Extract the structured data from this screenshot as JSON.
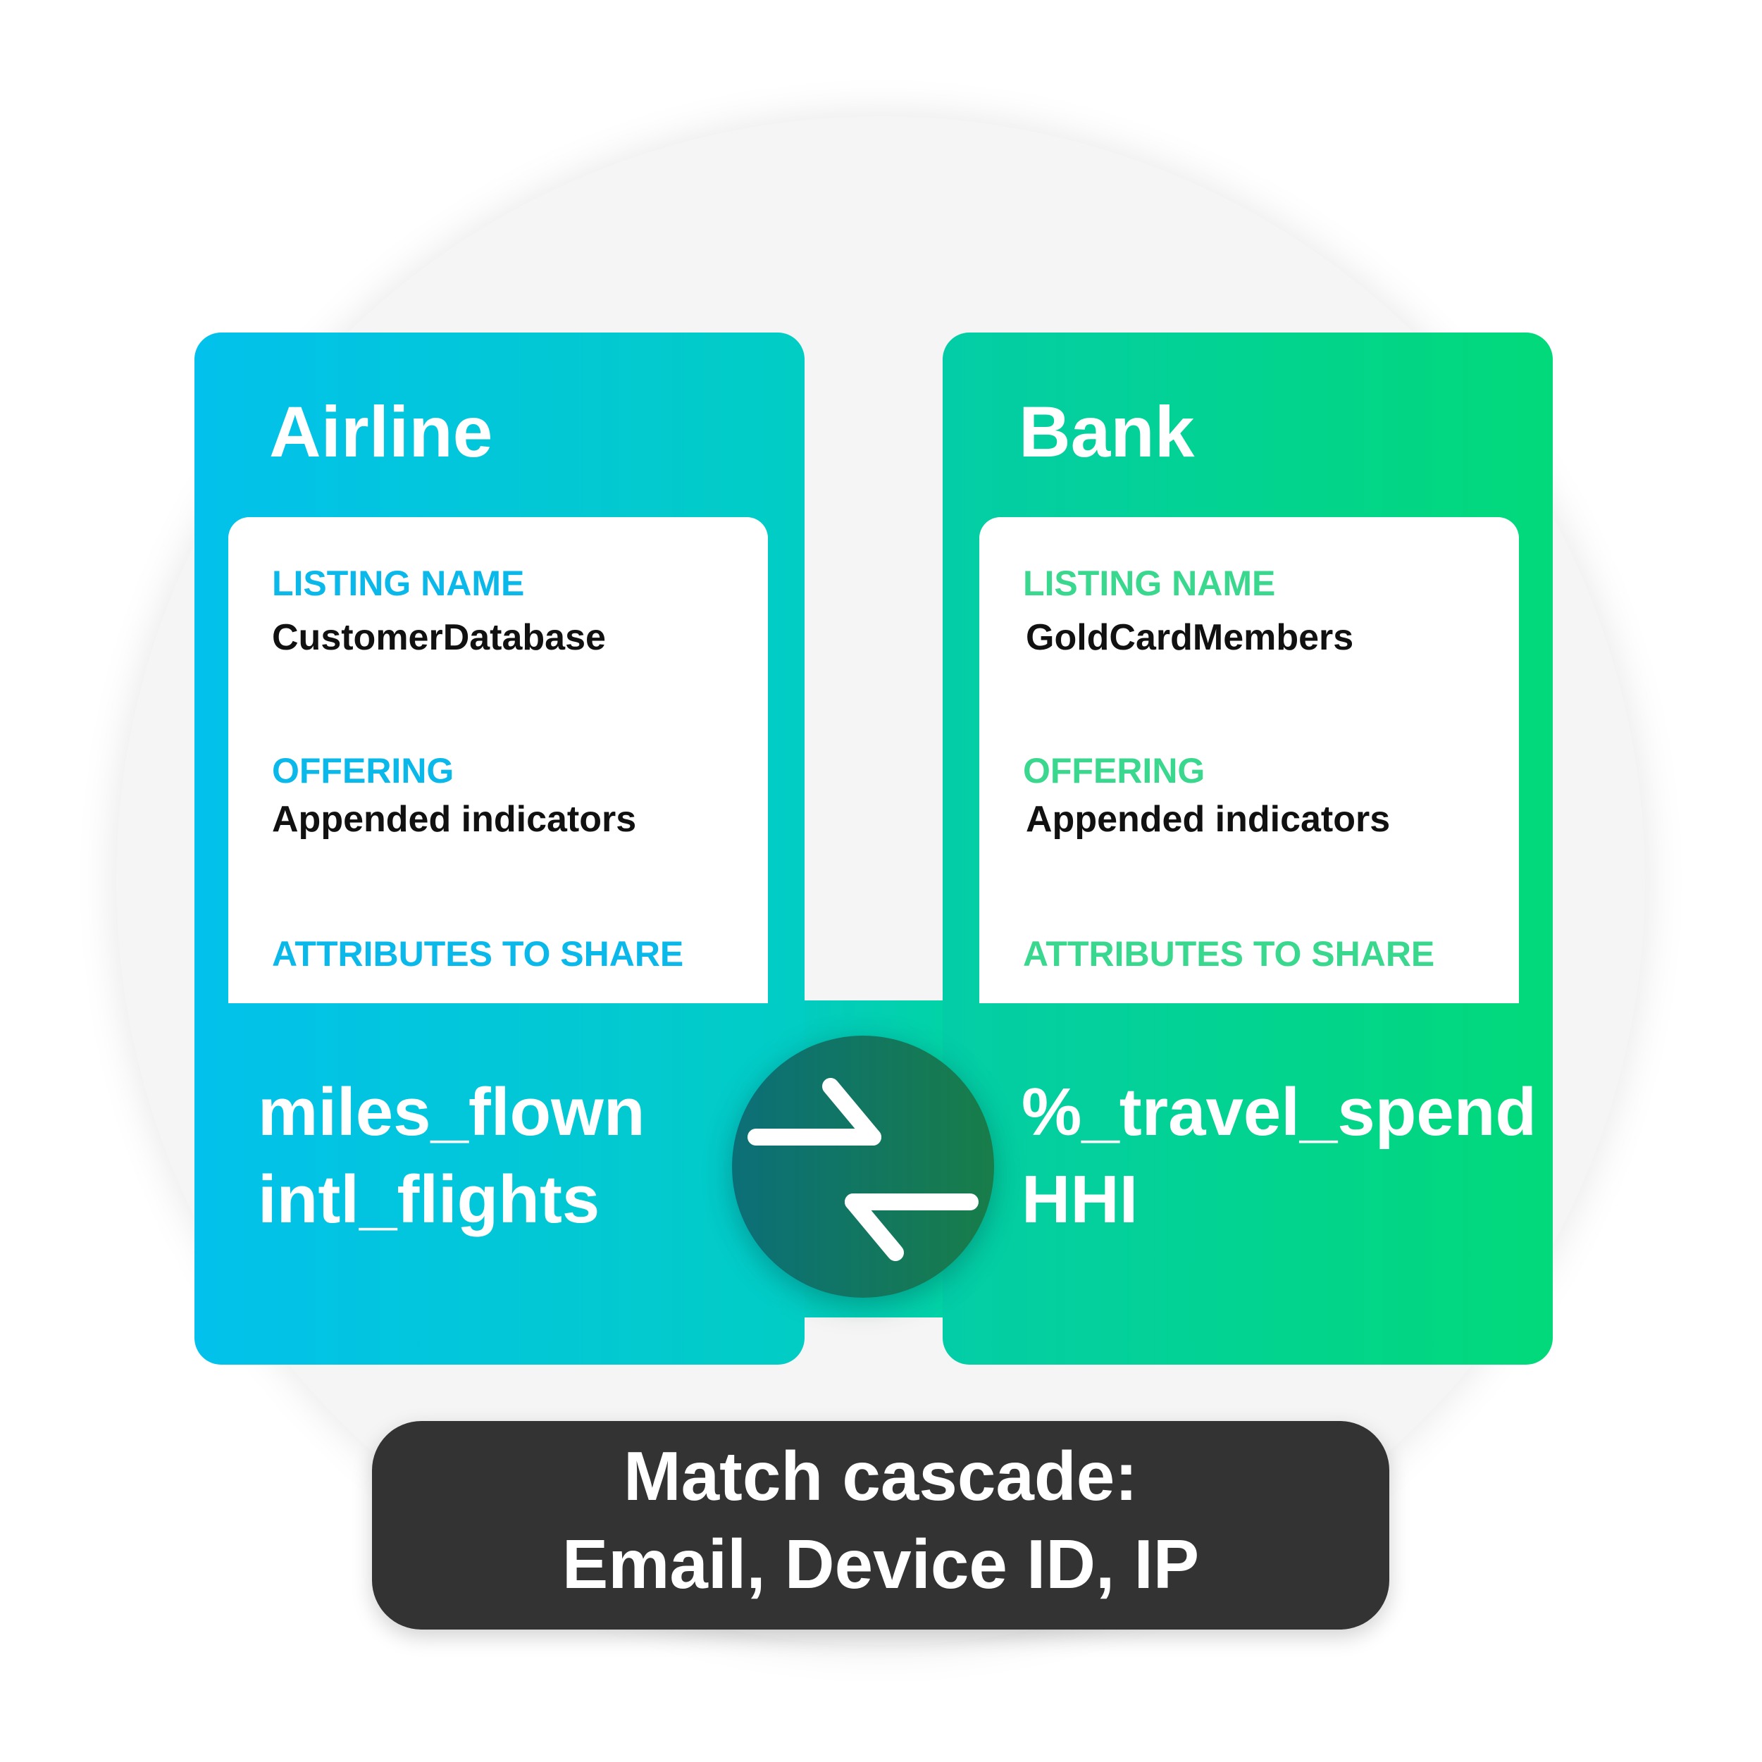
{
  "colors": {
    "airline_gradient": [
      "#02c1ec",
      "#02cdc4"
    ],
    "bank_gradient": [
      "#03cda7",
      "#02d97a"
    ],
    "airline_label": "#0ab9ea",
    "bank_label": "#3ad88f",
    "swap_gradient": [
      "#0b6f78",
      "#187d49"
    ],
    "banner": "#333333"
  },
  "airline": {
    "title": "Airline",
    "listing_label": "LISTING NAME",
    "listing_value": "CustomerDatabase",
    "offering_label": "OFFERING",
    "offering_value": "Appended indicators",
    "attributes_label": "ATTRIBUTES TO SHARE",
    "attributes": [
      "miles_flown",
      "intl_flights"
    ]
  },
  "bank": {
    "title": "Bank",
    "listing_label": "LISTING NAME",
    "listing_value": "GoldCardMembers",
    "offering_label": "OFFERING",
    "offering_value": "Appended indicators",
    "attributes_label": "ATTRIBUTES TO SHARE",
    "attributes": [
      "%_travel_spend",
      "HHI"
    ]
  },
  "swap": {
    "icon": "swap-arrows-icon"
  },
  "match_cascade": {
    "line1": "Match cascade:",
    "line2": "Email, Device ID, IP"
  }
}
